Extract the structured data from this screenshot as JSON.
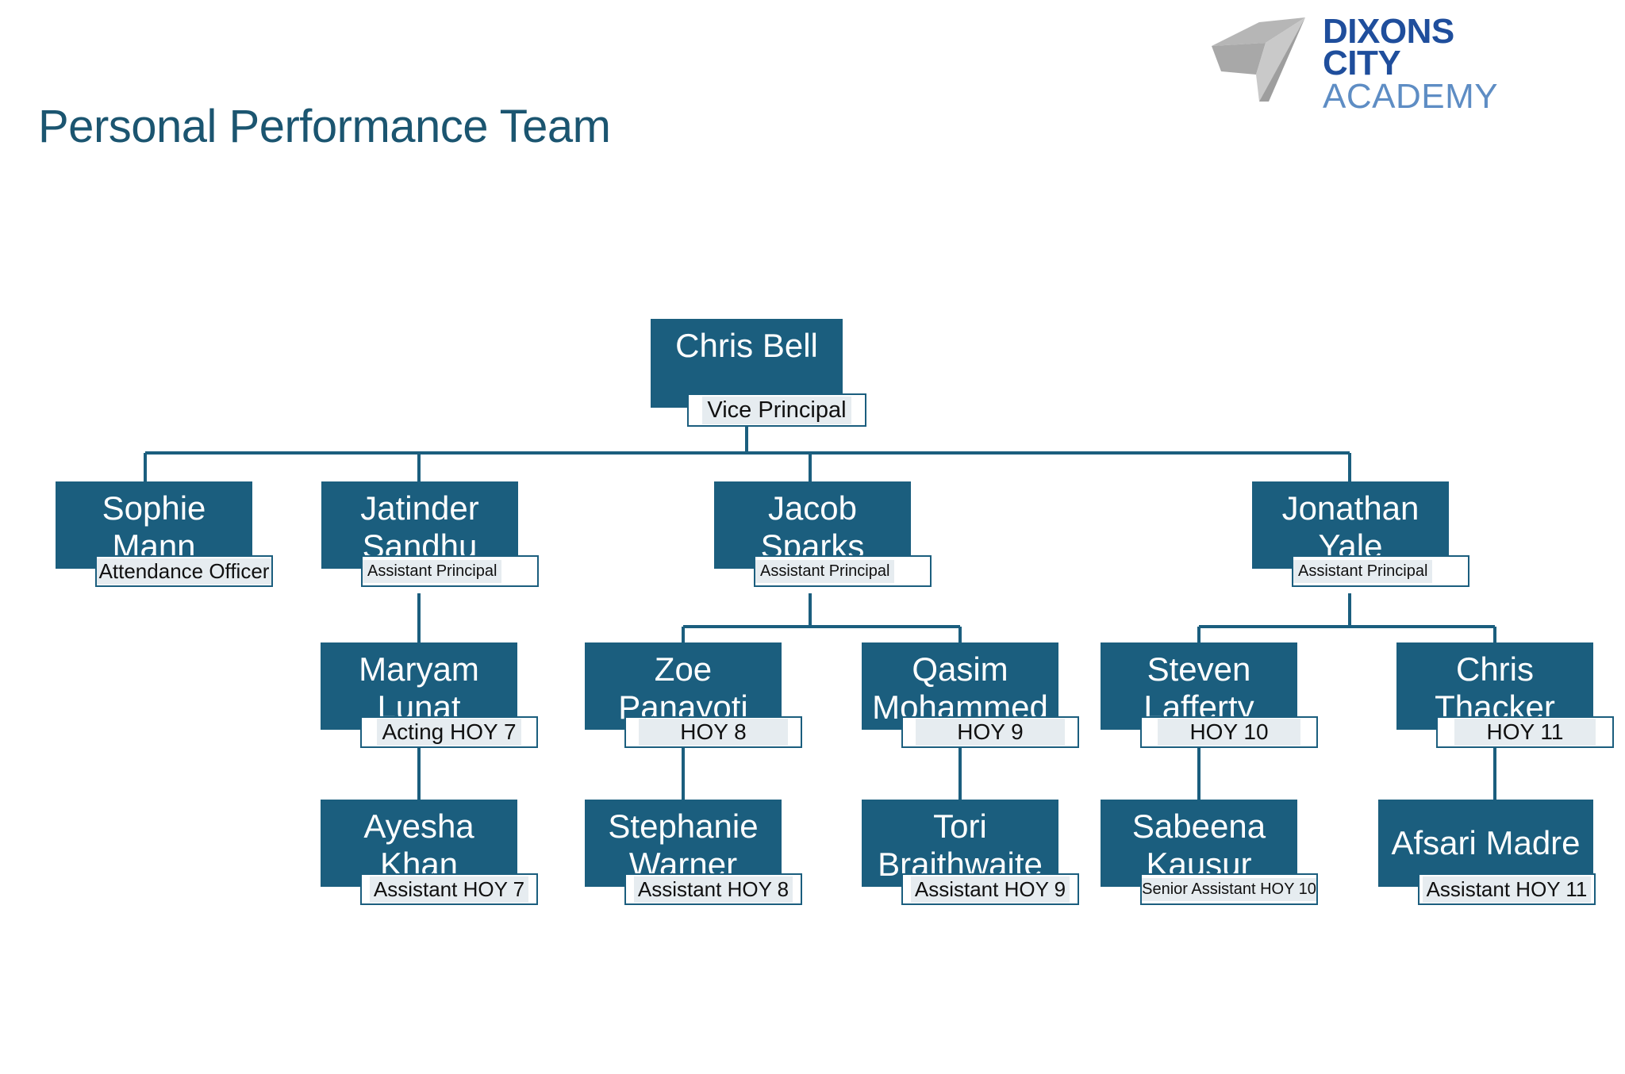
{
  "page": {
    "title": "Personal Performance Team",
    "background_color": "#FFFFFF",
    "accent_color": "#1B5E7E",
    "title_color": "#1B5570"
  },
  "logo": {
    "name": "dixons-city-academy-logo",
    "line1": "DIXONS",
    "line2": "CITY",
    "line3": "ACADEMY",
    "bold_color": "#1F4E9C",
    "thin_color": "#5E8DC4",
    "mark_color": "#B3B3B3"
  },
  "chart_data": {
    "type": "org-chart",
    "title": "Personal Performance Team",
    "node_fill": "#1B5E7E",
    "node_text": "#FFFFFF",
    "label_fill": "#E6ECF0",
    "label_border": "#1B5E7E",
    "nodes": [
      {
        "id": "chris-bell",
        "name": "Chris Bell",
        "role": "Vice Principal",
        "level": 0,
        "parent": null
      },
      {
        "id": "sophie-mann",
        "name": "Sophie\nMann",
        "role": "Attendance Officer",
        "level": 1,
        "parent": "chris-bell"
      },
      {
        "id": "jatinder-sandhu",
        "name": "Jatinder\nSandhu",
        "role": "Assistant Principal",
        "level": 1,
        "parent": "chris-bell"
      },
      {
        "id": "jacob-sparks",
        "name": "Jacob\nSparks",
        "role": "Assistant Principal",
        "level": 1,
        "parent": "chris-bell"
      },
      {
        "id": "jonathan-yale",
        "name": "Jonathan\nYale",
        "role": "Assistant Principal",
        "level": 1,
        "parent": "chris-bell"
      },
      {
        "id": "maryam-lunat",
        "name": "Maryam\nLunat",
        "role": "Acting HOY 7",
        "level": 2,
        "parent": "jatinder-sandhu"
      },
      {
        "id": "zoe-panayoti",
        "name": "Zoe\nPanayoti",
        "role": "HOY 8",
        "level": 2,
        "parent": "jacob-sparks"
      },
      {
        "id": "qasim-mohammed",
        "name": "Qasim\nMohammed",
        "role": "HOY 9",
        "level": 2,
        "parent": "jacob-sparks"
      },
      {
        "id": "steven-lafferty",
        "name": "Steven\nLafferty",
        "role": "HOY 10",
        "level": 2,
        "parent": "jonathan-yale"
      },
      {
        "id": "chris-thacker",
        "name": "Chris\nThacker",
        "role": "HOY 11",
        "level": 2,
        "parent": "jonathan-yale"
      },
      {
        "id": "ayesha-khan",
        "name": "Ayesha\nKhan",
        "role": "Assistant HOY 7",
        "level": 3,
        "parent": "maryam-lunat"
      },
      {
        "id": "stephanie-warner",
        "name": "Stephanie\nWarner",
        "role": "Assistant HOY 8",
        "level": 3,
        "parent": "zoe-panayoti"
      },
      {
        "id": "tori-braithwaite",
        "name": "Tori\nBraithwaite",
        "role": "Assistant HOY 9",
        "level": 3,
        "parent": "qasim-mohammed"
      },
      {
        "id": "sabeena-kausur",
        "name": "Sabeena\nKausur",
        "role": "Senior Assistant HOY 10",
        "level": 3,
        "parent": "steven-lafferty"
      },
      {
        "id": "afsari-madre",
        "name": "Afsari Madre",
        "role": "Assistant HOY 11",
        "level": 3,
        "parent": "chris-thacker"
      }
    ]
  }
}
